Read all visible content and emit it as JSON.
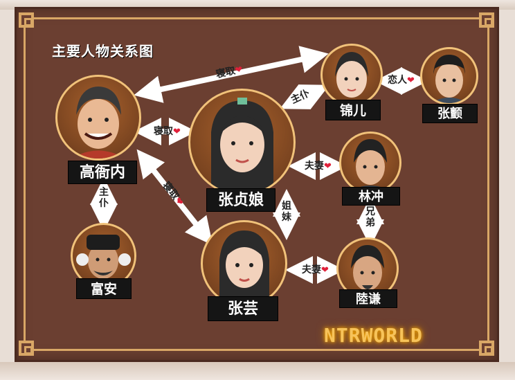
{
  "title": "主要人物关系图",
  "watermark": "NTRWORLD",
  "colors": {
    "panel": "#6b3f31",
    "border": "#d9a766",
    "heart": "#e0203a",
    "label_bg": "#151515"
  },
  "people": {
    "gao_yanei": "高衙内",
    "zhang_zhenniang": "张贞娘",
    "jin_er": "锦儿",
    "zhang_fan": "张颤",
    "lin_chong": "林冲",
    "fu_an": "富安",
    "zhang_yun": "张芸",
    "lu_qian": "陸谦"
  },
  "relations": {
    "gao_jin": "寝取",
    "gao_zhen": "寝取",
    "gao_yun": "寝取",
    "jin_zhen": "主仆",
    "jin_fan": "恋人",
    "zhen_lin": "夫妻",
    "zhen_yun": "姐妹",
    "lin_lu": "兄弟",
    "yun_lu": "夫妻",
    "gao_fu": "主仆"
  },
  "heart_symbol": "❤"
}
